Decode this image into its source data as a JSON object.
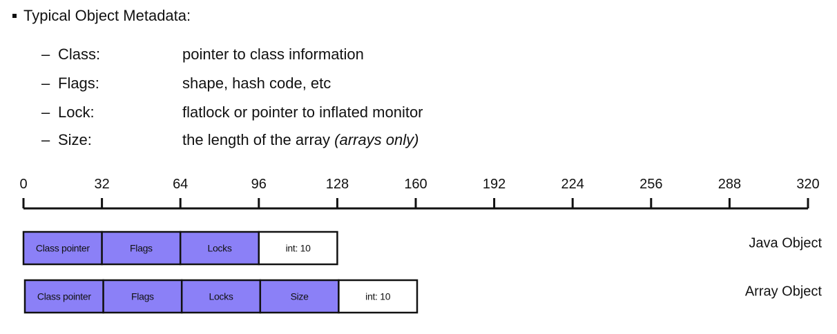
{
  "heading": "Typical Object Metadata:",
  "metadata_items": [
    {
      "dash": "–",
      "term": "Class:",
      "description": "pointer to class information",
      "note": ""
    },
    {
      "dash": "–",
      "term": "Flags:",
      "description": "shape, hash code, etc",
      "note": ""
    },
    {
      "dash": "–",
      "term": "Lock:",
      "description": "flatlock or pointer to inflated monitor",
      "note": ""
    },
    {
      "dash": "–",
      "term": "Size:",
      "description": "the length of the array",
      "note": "(arrays only)"
    }
  ],
  "ruler": {
    "ticks": [
      0,
      32,
      64,
      96,
      128,
      160,
      192,
      224,
      256,
      288,
      320
    ]
  },
  "layouts": [
    {
      "label": "Java Object",
      "fields": [
        {
          "label": "Class pointer",
          "start": 0,
          "end": 32,
          "kind": "header"
        },
        {
          "label": "Flags",
          "start": 32,
          "end": 64,
          "kind": "header"
        },
        {
          "label": "Locks",
          "start": 64,
          "end": 96,
          "kind": "header"
        },
        {
          "label": "int: 10",
          "start": 96,
          "end": 128,
          "kind": "data"
        }
      ]
    },
    {
      "label": "Array Object",
      "fields": [
        {
          "label": "Class pointer",
          "start": 0,
          "end": 32,
          "kind": "header"
        },
        {
          "label": "Flags",
          "start": 32,
          "end": 64,
          "kind": "header"
        },
        {
          "label": "Locks",
          "start": 64,
          "end": 96,
          "kind": "header"
        },
        {
          "label": "Size",
          "start": 96,
          "end": 128,
          "kind": "header"
        },
        {
          "label": "int: 10",
          "start": 128,
          "end": 160,
          "kind": "data"
        }
      ]
    }
  ],
  "colors": {
    "header_field": "#8b80f7",
    "data_field": "#ffffff",
    "outline": "#111111"
  }
}
